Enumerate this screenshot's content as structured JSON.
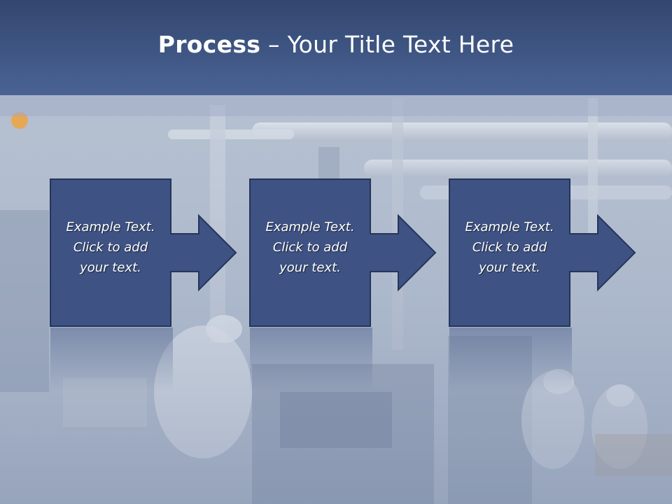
{
  "slide": {
    "title_bold": "Process",
    "title_rest": " – Your Title Text Here",
    "steps": [
      {
        "line1": "Example Text.",
        "line2": "Click  to add",
        "line3": "your text."
      },
      {
        "line1": "Example Text.",
        "line2": "Click  to add",
        "line3": "your text."
      },
      {
        "line1": "Example Text.",
        "line2": "Click  to add",
        "line3": "your text."
      }
    ]
  },
  "colors": {
    "title_bar": "#3f5684",
    "box_fill": "#3e5283",
    "box_stroke": "#25355a",
    "text": "#ffffff"
  }
}
